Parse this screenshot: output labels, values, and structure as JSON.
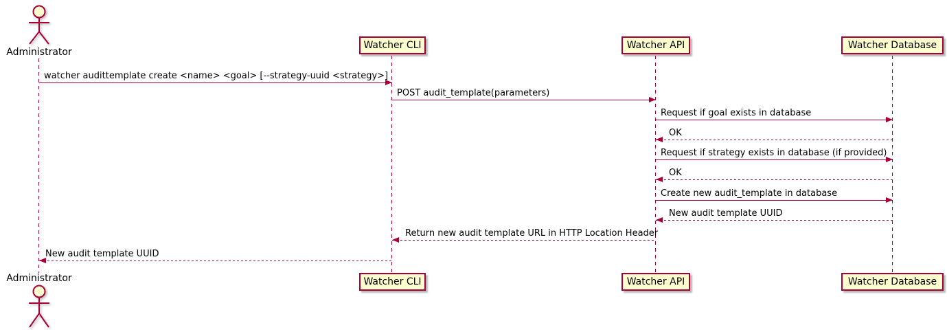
{
  "diagram": {
    "type": "sequence-diagram",
    "colors": {
      "participant_fill": "#FEFECE",
      "participant_border": "#A80036",
      "line": "#A80036",
      "text": "#000000",
      "background": "#FFFFFF"
    },
    "actor": {
      "name": "Administrator"
    },
    "participants": [
      {
        "label": "Watcher CLI"
      },
      {
        "label": "Watcher API"
      },
      {
        "label": "Watcher Database"
      }
    ],
    "messages": [
      {
        "from": "Administrator",
        "to": "Watcher CLI",
        "style": "solid",
        "label": "watcher audittemplate create <name> <goal> [--strategy-uuid <strategy>]"
      },
      {
        "from": "Watcher CLI",
        "to": "Watcher API",
        "style": "solid",
        "label": "POST audit_template(parameters)"
      },
      {
        "from": "Watcher API",
        "to": "Watcher Database",
        "style": "solid",
        "label": "Request if goal exists in database"
      },
      {
        "from": "Watcher Database",
        "to": "Watcher API",
        "style": "dotted",
        "label": "OK"
      },
      {
        "from": "Watcher API",
        "to": "Watcher Database",
        "style": "solid",
        "label": "Request if strategy exists in database (if provided)"
      },
      {
        "from": "Watcher Database",
        "to": "Watcher API",
        "style": "dotted",
        "label": "OK"
      },
      {
        "from": "Watcher API",
        "to": "Watcher Database",
        "style": "solid",
        "label": "Create new audit_template in database"
      },
      {
        "from": "Watcher Database",
        "to": "Watcher API",
        "style": "dotted",
        "label": "New audit template UUID"
      },
      {
        "from": "Watcher API",
        "to": "Watcher CLI",
        "style": "dotted",
        "label": "Return new audit template URL in HTTP Location Header"
      },
      {
        "from": "Watcher CLI",
        "to": "Administrator",
        "style": "dotted",
        "label": "New audit template UUID"
      }
    ]
  }
}
